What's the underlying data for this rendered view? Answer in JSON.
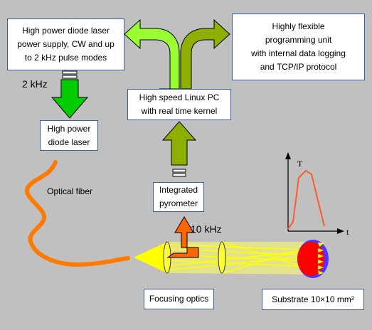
{
  "boxes": {
    "power_supply": [
      "High power diode laser",
      "power supply, CW and up",
      "to 2 kHz pulse modes"
    ],
    "programming_unit": [
      "Highly flexible",
      "programming unit",
      "with internal data logging",
      "and TCP/IP protocol"
    ],
    "linux_pc": [
      "High speed  Linux PC",
      "with real time kernel"
    ],
    "diode_laser": [
      "High power",
      "diode laser"
    ],
    "pyrometer": [
      "Integrated",
      "pyrometer"
    ],
    "focusing_optics": "Focusing optics",
    "substrate": "Substrate 10×10 mm²"
  },
  "labels": {
    "laser_rate": "2 kHz",
    "pyrometer_rate": "10 kHz",
    "optical_fiber": "Optical fiber"
  },
  "plot": {
    "ylabel": "T",
    "xlabel": "t"
  },
  "colors": {
    "background": "#c0c0c0",
    "box_border": "#3a5ea8",
    "arrow_light_green": "#99ff33",
    "arrow_olive": "#8db000",
    "arrow_green": "#00cc00",
    "fiber": "#ff7a00",
    "beam": "#ffff00",
    "lens": "#ffff33",
    "substrate_red": "#ff0000",
    "substrate_blue": "#5533ff",
    "curve": "#ff5a2a"
  }
}
